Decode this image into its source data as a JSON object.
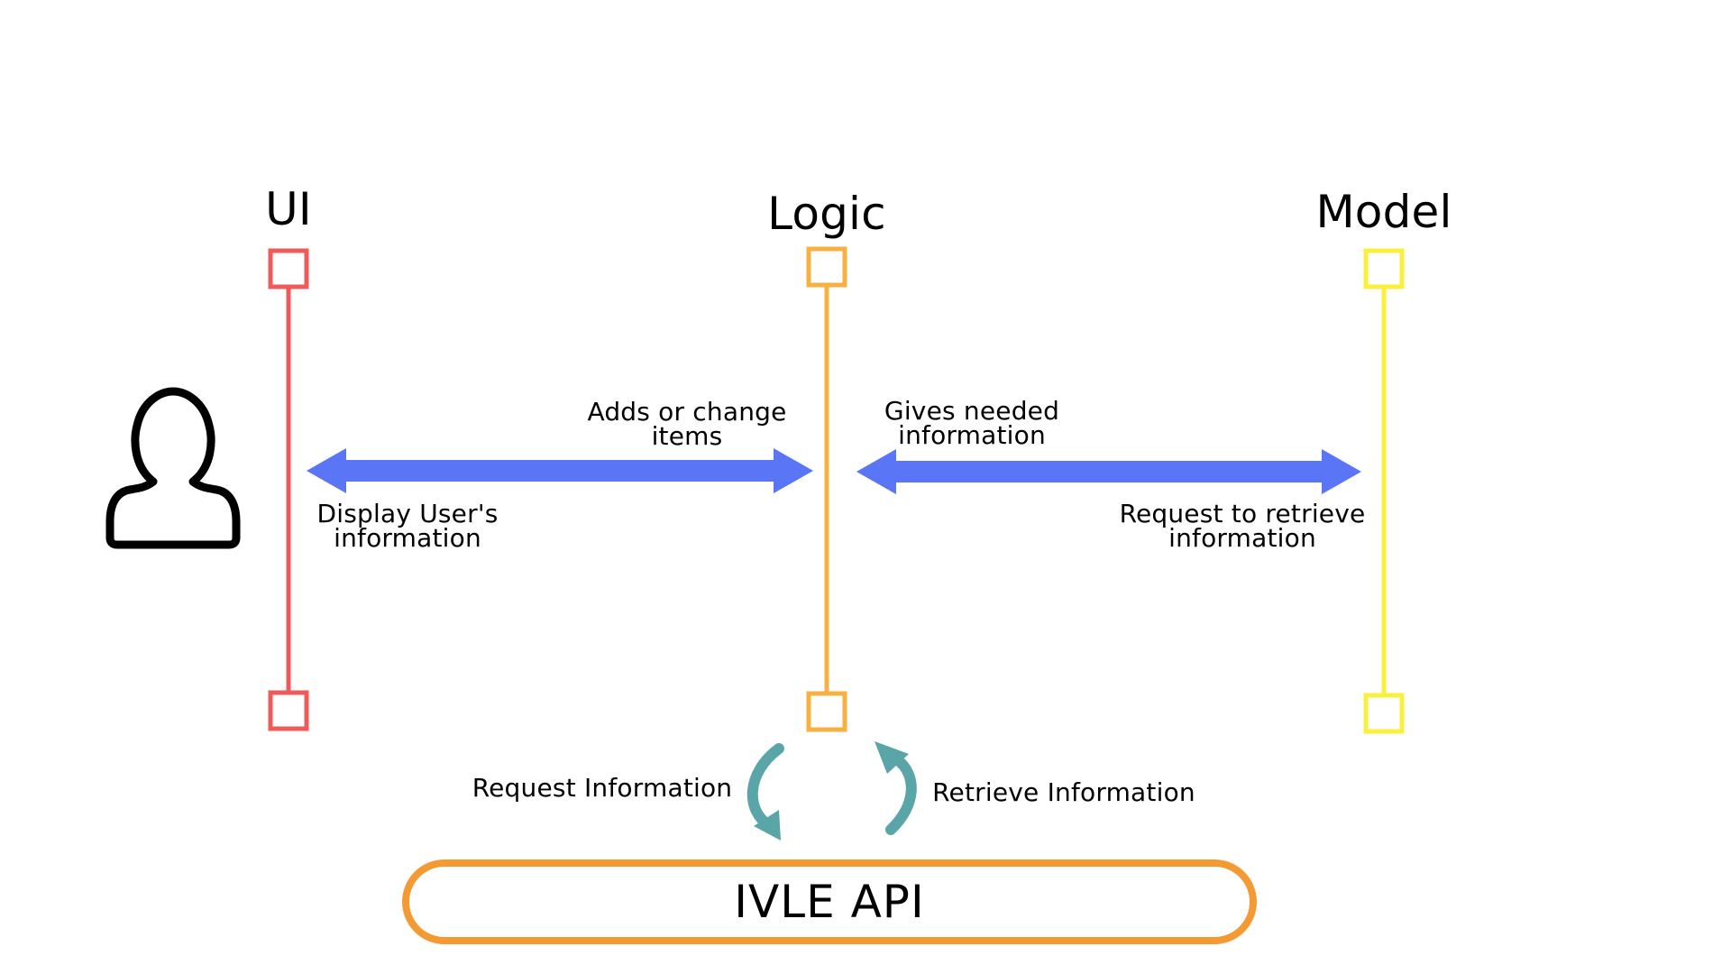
{
  "lanes": {
    "ui": {
      "title": "UI",
      "color": "#f05a5a"
    },
    "logic": {
      "title": "Logic",
      "color": "#f7b042"
    },
    "model": {
      "title": "Model",
      "color": "#fbef3c"
    }
  },
  "actor": {
    "icon": "user-icon",
    "color": "#000000"
  },
  "arrows": {
    "color": "#5a76f7",
    "ui_logic": {
      "top_label_line1": "Adds or change",
      "top_label_line2": "items",
      "bottom_label_line1": "Display User's",
      "bottom_label_line2": "information"
    },
    "logic_model": {
      "top_label_line1": "Gives needed",
      "top_label_line2": "information",
      "bottom_label_line1": "Request to retrieve",
      "bottom_label_line2": "information"
    }
  },
  "api_cycle": {
    "color": "#5aa5a8",
    "left_label": "Request Information",
    "right_label": "Retrieve Information"
  },
  "api_box": {
    "label": "IVLE API",
    "border_color": "#f49a32"
  }
}
